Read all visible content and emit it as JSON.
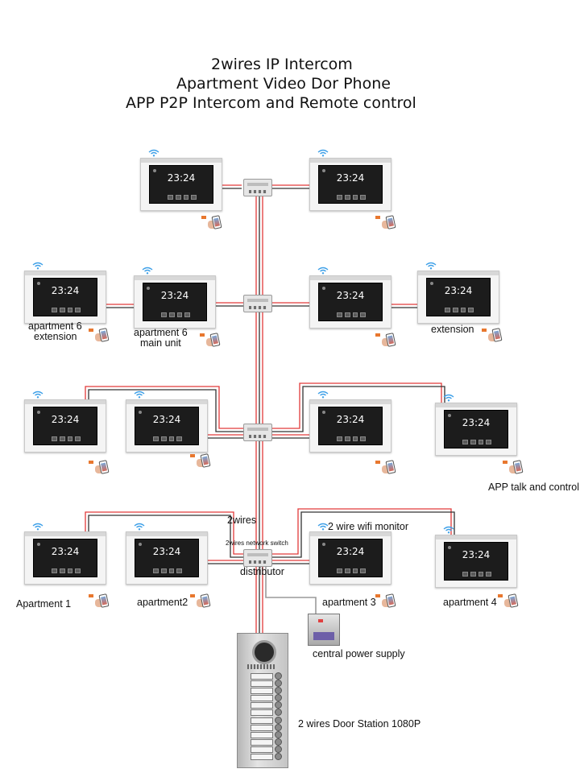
{
  "title": {
    "line1": "2wires IP Intercom",
    "line2": "Apartment Video Dor Phone",
    "line3": "APP P2P Intercom and Remote control"
  },
  "monitor_time": "23:24",
  "labels": {
    "apartment6_ext_l1": "apartment 6",
    "apartment6_ext_l2": "extension",
    "apartment6_main_l1": "apartment 6",
    "apartment6_main_l2": "main unit",
    "extension": "extension",
    "app_talk": "APP talk and control",
    "two_wires": "2wires",
    "switch": "2wires network switch",
    "wifi_monitor": "2 wire wifi monitor",
    "distributor": "distributor",
    "apartment1": "Apartment 1",
    "apartment2": "apartment2",
    "apartment3": "apartment 3",
    "apartment4": "apartment 4",
    "power_supply": "central power supply",
    "door_station": "2 wires Door Station 1080P"
  },
  "colors": {
    "wire_red": "#e23a3a",
    "wire_dark": "#333333",
    "wire_gray": "#9a9a9a",
    "wifi": "#3ea0e8"
  }
}
